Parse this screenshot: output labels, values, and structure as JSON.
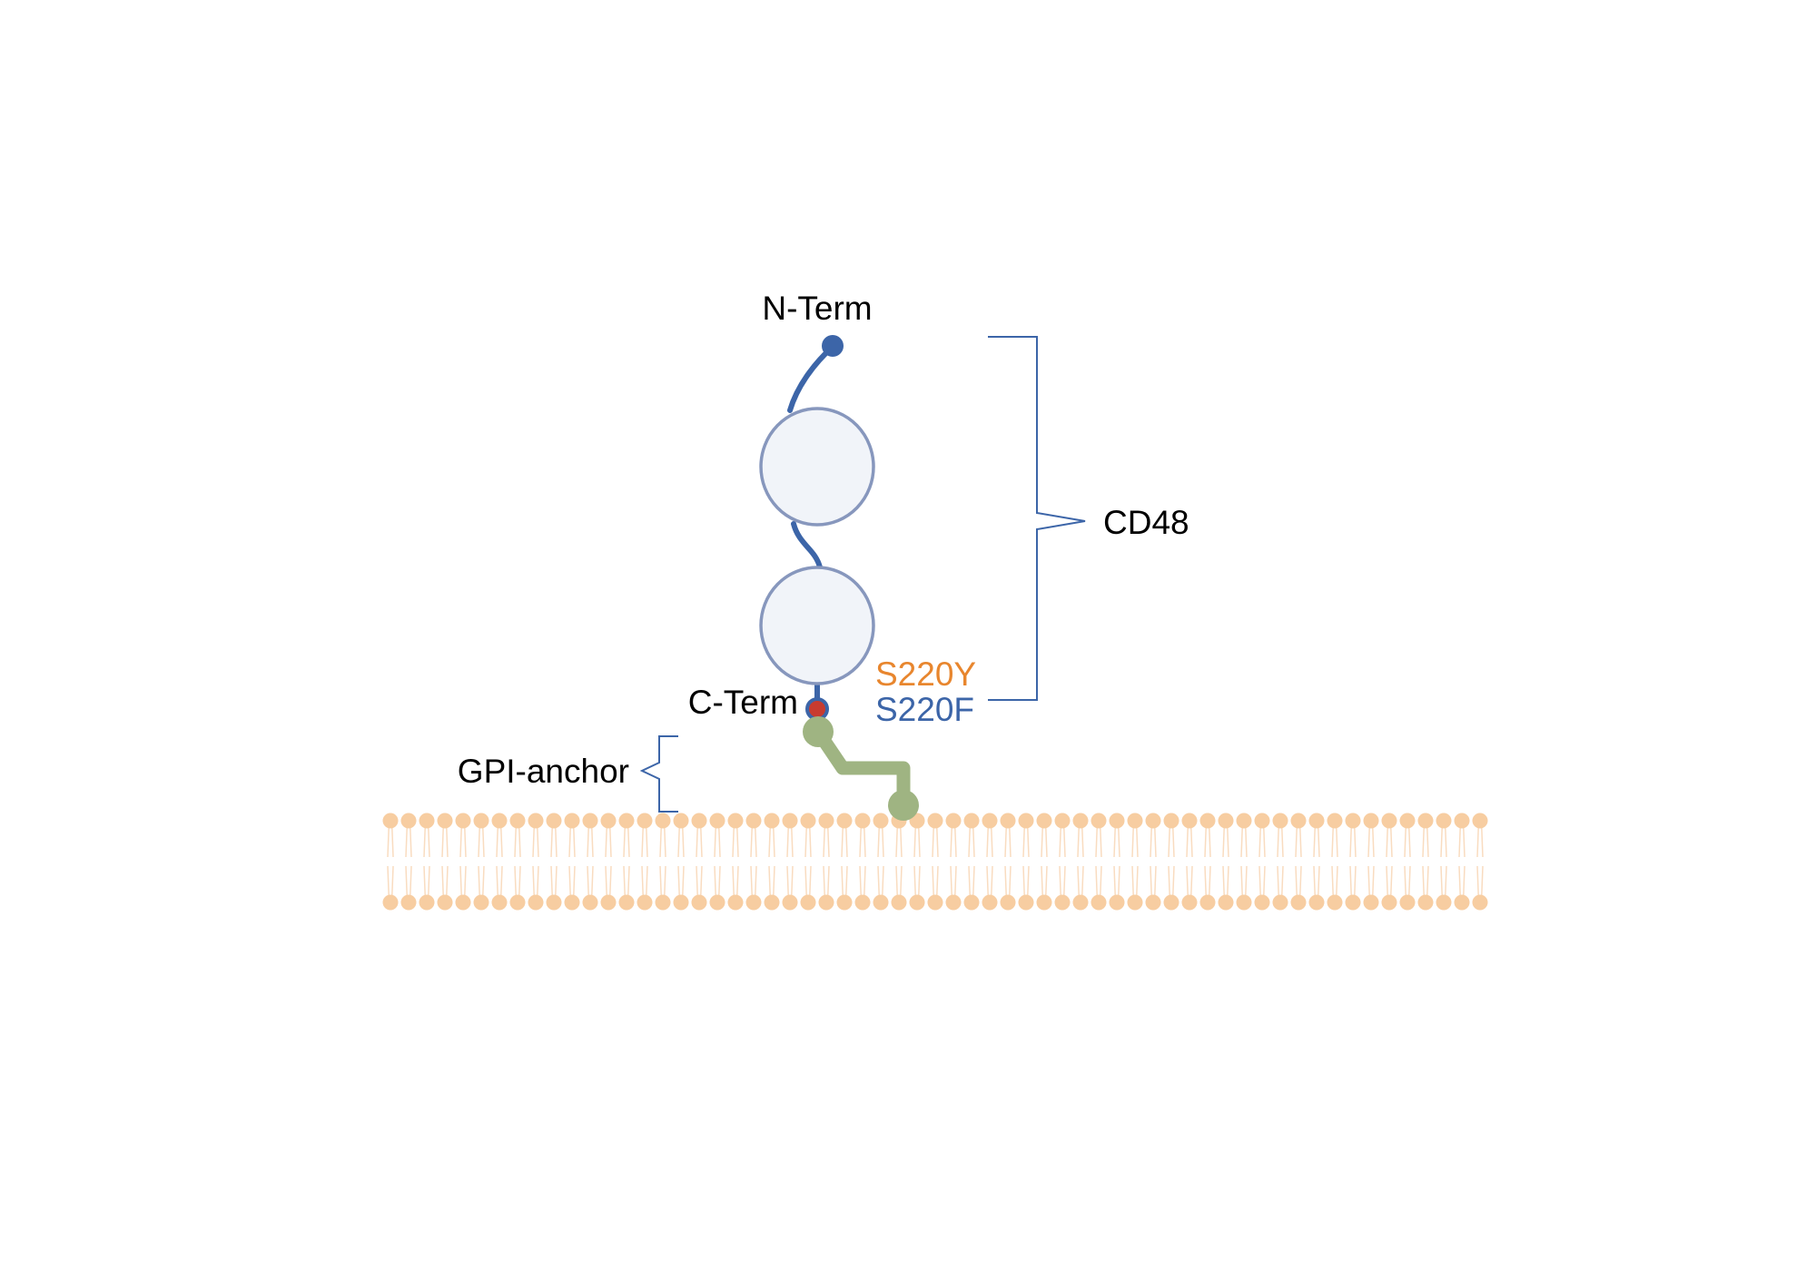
{
  "labels": {
    "n_term": "N-Term",
    "c_term": "C-Term",
    "protein": "CD48",
    "gpi_anchor": "GPI-anchor",
    "mutation_1": "S220Y",
    "mutation_2": "S220F"
  },
  "colors": {
    "protein_chain": "#3c65a8",
    "domain_fill": "#f1f4f9",
    "domain_stroke": "#8797bd",
    "mutation_site": "#c83b2f",
    "gpi_anchor": "#9fb482",
    "membrane_head": "#f7cda1",
    "membrane_tail": "#f9dcc0",
    "mutation_1": "#e8862e",
    "mutation_2": "#3c65a8",
    "bracket": "#3c65a8",
    "text": "#000000"
  }
}
